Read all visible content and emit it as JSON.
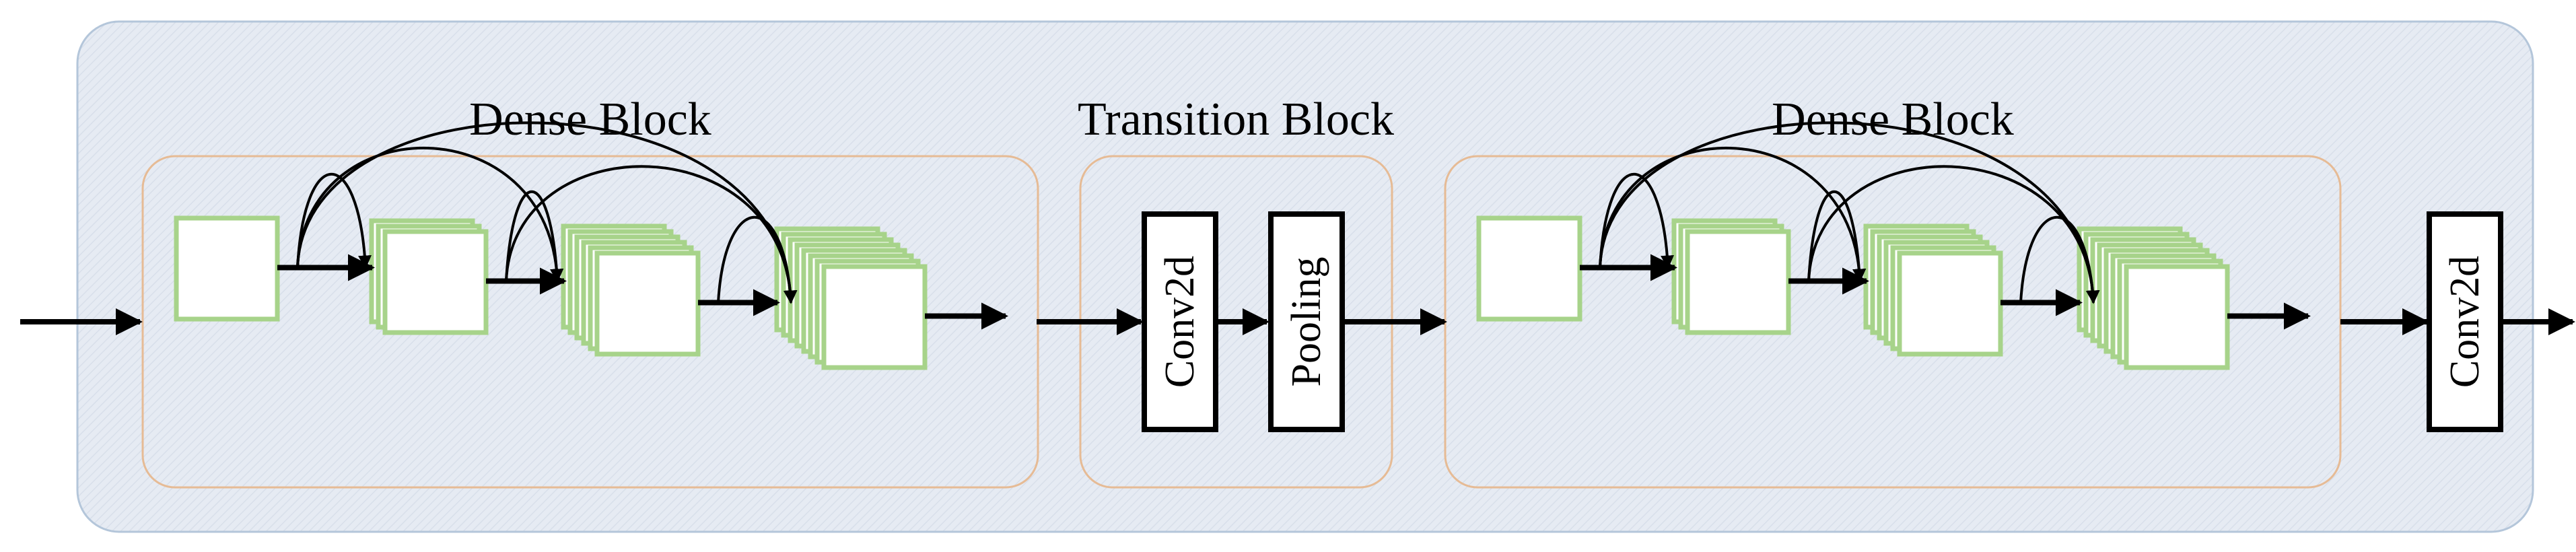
{
  "colors": {
    "panel_fill": "#e6ebf3",
    "panel_border": "#b4c6da",
    "block_border": "#e6bb95",
    "feature_map_border": "#a7d38a",
    "arrow": "#000000"
  },
  "dense_block_1": {
    "title": "Dense Block",
    "layers": [
      1,
      3,
      6,
      8
    ]
  },
  "transition_block": {
    "title": "Transition Block",
    "conv_label": "Conv2d",
    "pooling_label": "Pooling"
  },
  "dense_block_2": {
    "title": "Dense Block",
    "layers": [
      1,
      3,
      6,
      8
    ]
  },
  "final_op": {
    "conv_label": "Conv2d"
  }
}
